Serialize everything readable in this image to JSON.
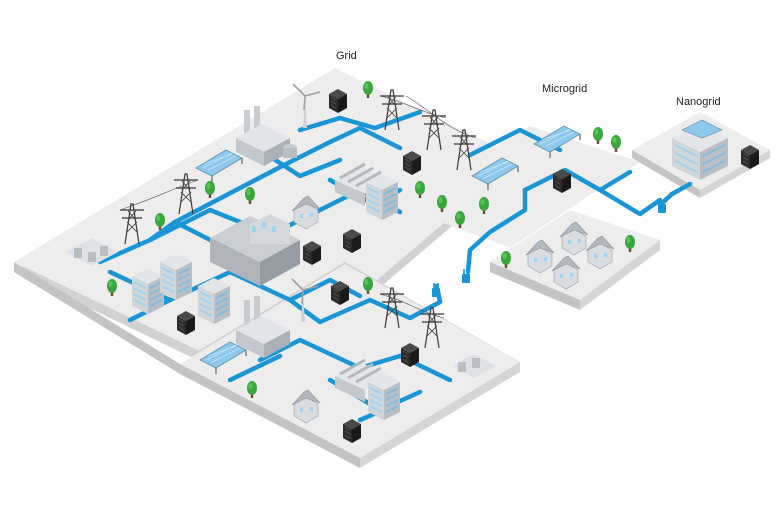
{
  "labels": {
    "grid": "Grid",
    "microgrid": "Microgrid",
    "nanogrid": "Nanogrid"
  },
  "colors": {
    "background": "#ffffff",
    "platform_top": "#ededed",
    "platform_edge": "#d2d2d2",
    "platform_side": "#bdbdbd",
    "cable": "#1a96d6",
    "building": "#d9dde2",
    "building_dark": "#b3b8be",
    "window": "#9fd4f0",
    "solar": "#8ec9ec",
    "tree": "#3aa63e",
    "battery": "#2b2b2b",
    "pylon": "#3a3a3a"
  },
  "icons": [
    "power-plant-icon",
    "wind-turbine-icon",
    "pylon-icon",
    "solar-panel-icon",
    "battery-icon",
    "tree-icon",
    "house-icon",
    "office-icon",
    "factory-icon",
    "plug-icon",
    "transformer-icon"
  ]
}
